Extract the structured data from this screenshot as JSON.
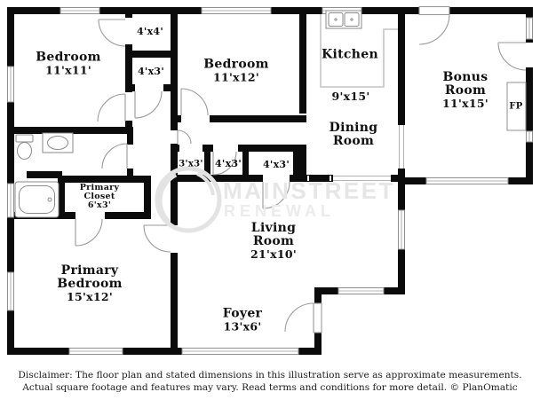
{
  "colors": {
    "wall": "#0b0b0b",
    "window_outline": "#8f8f8f",
    "watermark": "#e7e7e7"
  },
  "rooms": {
    "bedroom1": {
      "name": "Bedroom",
      "dims": "11'x11'"
    },
    "closet_4x4": {
      "dims": "4'x4'"
    },
    "closet_4x3_upper": {
      "dims": "4'x3'"
    },
    "bedroom2": {
      "name": "Bedroom",
      "dims": "11'x12'"
    },
    "kitchen": {
      "name": "Kitchen",
      "dims": "9'x15'"
    },
    "dining": {
      "name1": "Dining",
      "name2": "Room"
    },
    "bonus": {
      "name1": "Bonus",
      "name2": "Room",
      "dims": "11'x15'"
    },
    "fireplace": {
      "label": "FP"
    },
    "hall_closet_3x3": {
      "dims": "3'x3'"
    },
    "hall_closet_4x3_left": {
      "dims": "4'x3'"
    },
    "hall_closet_4x3_right": {
      "dims": "4'x3'"
    },
    "primary_closet": {
      "name1": "Primary",
      "name2": "Closet",
      "dims": "6'x3'"
    },
    "primary_bedroom": {
      "name1": "Primary",
      "name2": "Bedroom",
      "dims": "15'x12'"
    },
    "living": {
      "name1": "Living",
      "name2": "Room",
      "dims": "21'x10'"
    },
    "foyer": {
      "name": "Foyer",
      "dims": "13'x6'"
    }
  },
  "watermark": {
    "line1": "MAINSTREET",
    "line2": "RENEWAL"
  },
  "disclaimer": {
    "line1": "Disclaimer: The floor plan and stated dimensions in this illustration serve as approximate measurements.",
    "line2": "Actual square footage and features may vary. Read terms and conditions for more detail. © PlanOmatic"
  }
}
